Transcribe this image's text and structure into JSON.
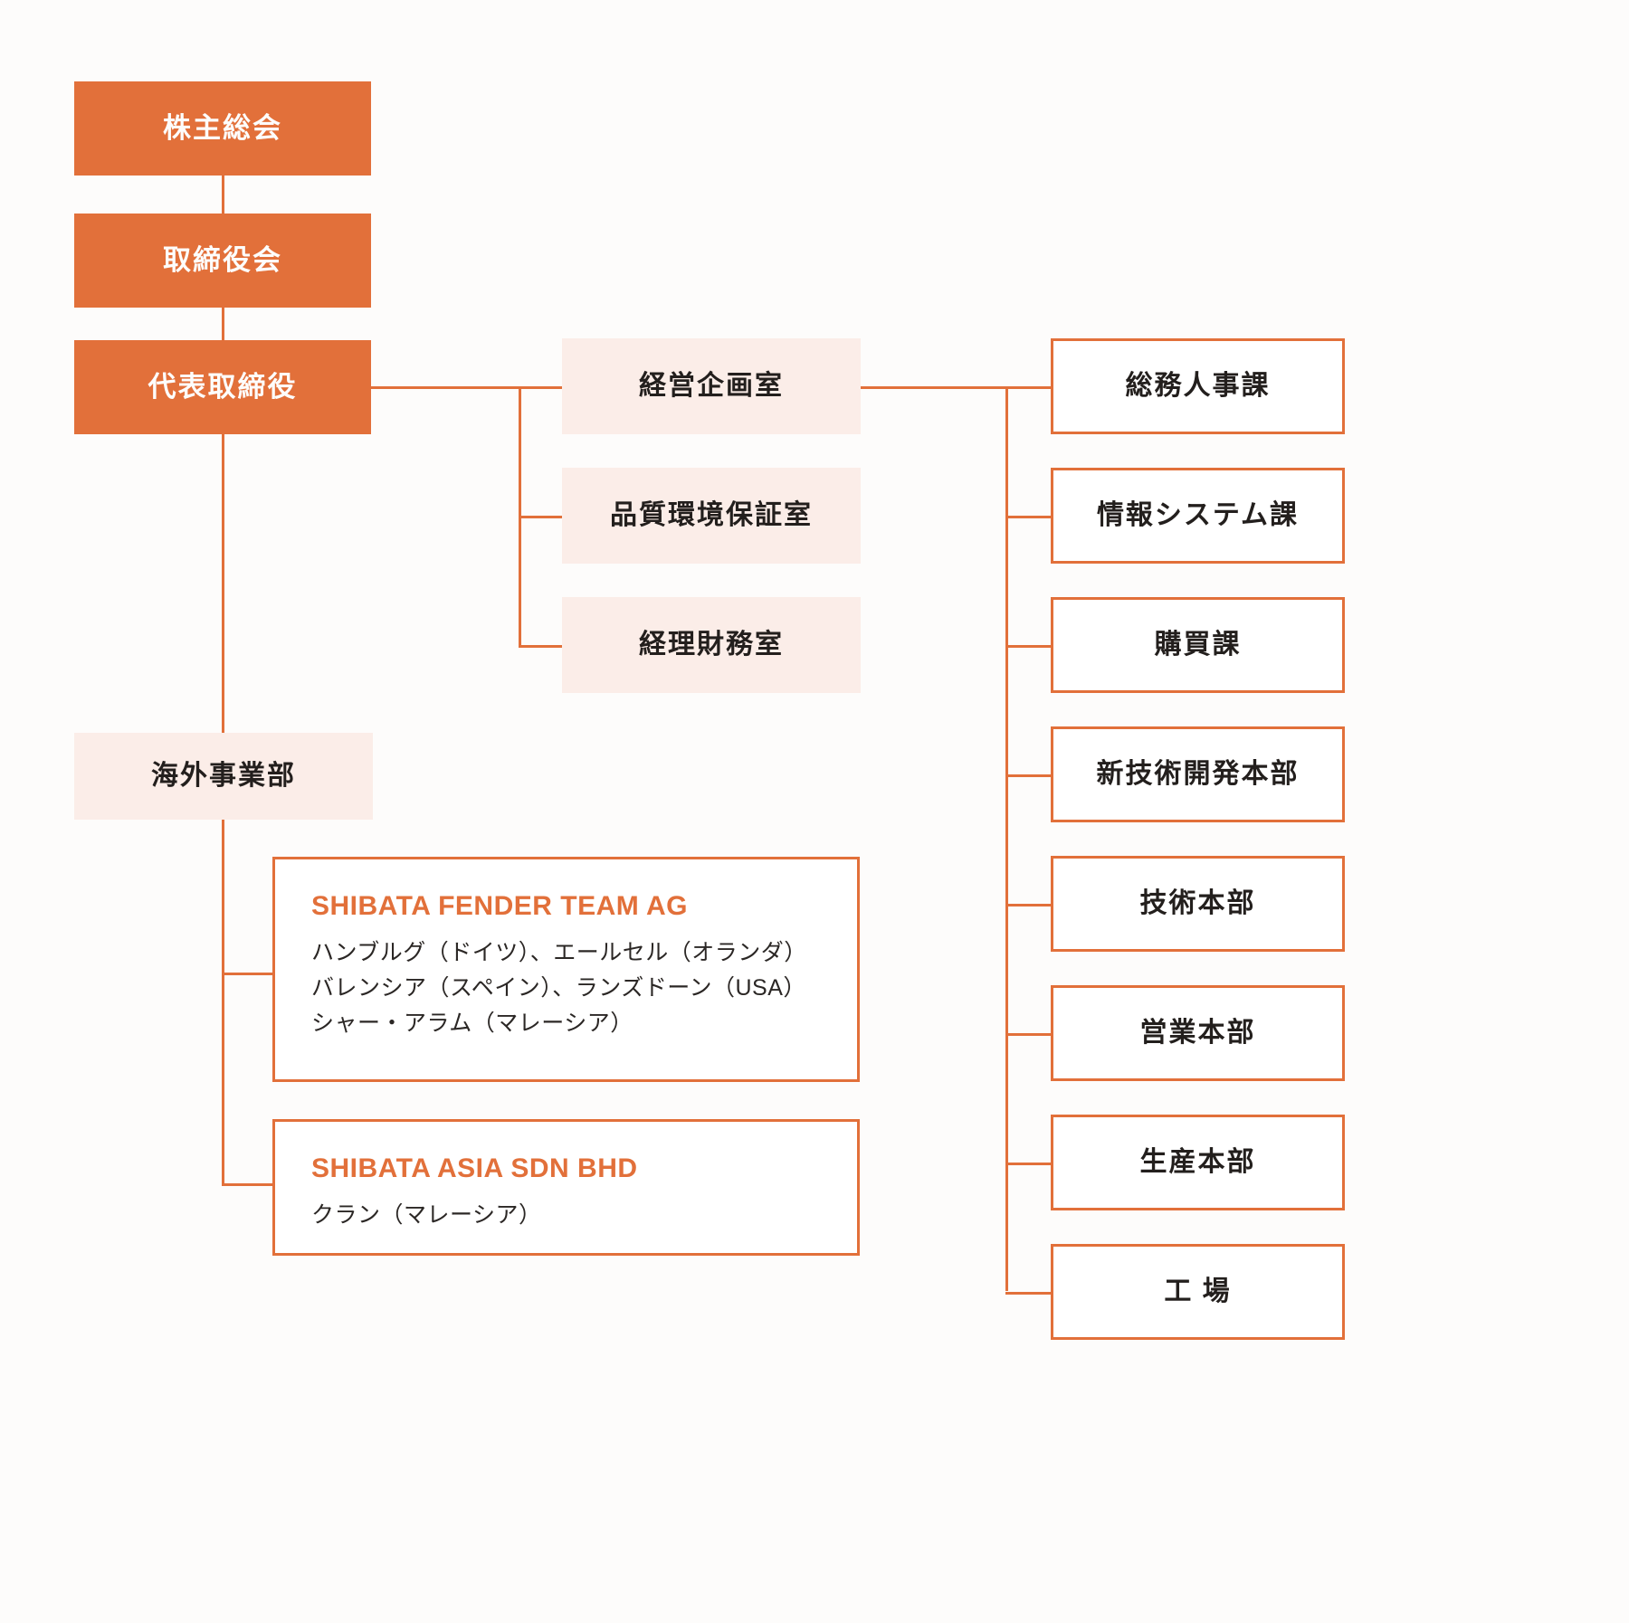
{
  "theme": {
    "accent": "#E2703A",
    "tint": "#FBEDE8",
    "text_dark": "#231f1d",
    "page_bg": "#fdfcfb",
    "box_white": "#ffffff"
  },
  "executive_chain": [
    {
      "label": "株主総会"
    },
    {
      "label": "取締役会"
    },
    {
      "label": "代表取締役"
    }
  ],
  "staff_offices": [
    {
      "label": "経営企画室"
    },
    {
      "label": "品質環境保証室"
    },
    {
      "label": "経理財務室"
    }
  ],
  "overseas_division": {
    "label": "海外事業部"
  },
  "subsidiaries": [
    {
      "name": "SHIBATA FENDER TEAM AG",
      "locations": [
        "ハンブルグ（ドイツ）、エールセル（オランダ）",
        "バレンシア（スペイン）、ランズドーン（USA）",
        "シャー・アラム（マレーシア）"
      ]
    },
    {
      "name": "SHIBATA ASIA SDN BHD",
      "locations": [
        "クラン（マレーシア）"
      ]
    }
  ],
  "departments": [
    {
      "label": "総務人事課"
    },
    {
      "label": "情報システム課"
    },
    {
      "label": "購買課"
    },
    {
      "label": "新技術開発本部"
    },
    {
      "label": "技術本部"
    },
    {
      "label": "営業本部"
    },
    {
      "label": "生産本部"
    },
    {
      "label": "工 場"
    }
  ]
}
